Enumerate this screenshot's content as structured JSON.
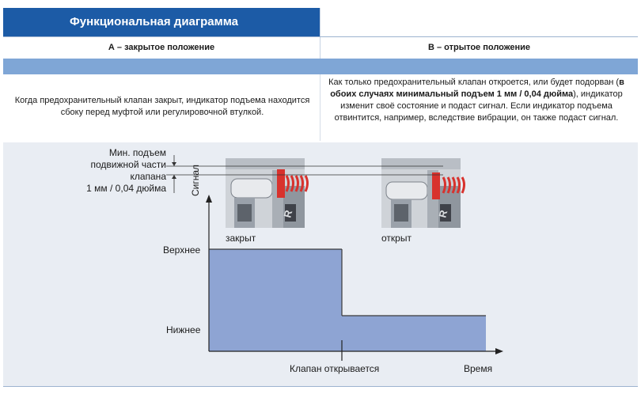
{
  "header": {
    "title": "Функциональная диаграмма"
  },
  "columns": [
    {
      "heading": "А – закрытое положение"
    },
    {
      "heading": "B – отрытое положение"
    }
  ],
  "descriptions": {
    "a": "Когда предохранительный клапан закрыт, индикатор подъема находится сбоку перед муфтой или регулировочной втулкой.",
    "b_part1": "Как только предохранительный клапан откроется, или будет подорван (",
    "b_bold": "в обоих случаях минимальный подъем 1 мм / 0,04 дюйма",
    "b_part2": "), индикатор изменит своё состояние и подаст сигнал. Если индикатор подъема отвинтится, например, вследствие вибрации, он также подаст сигнал."
  },
  "diagram": {
    "min_lift_line1": "Мин. подъем",
    "min_lift_line2": "подвижной части",
    "min_lift_line3": "клапана",
    "min_lift_line4": "1 мм / 0,04 дюйма",
    "y_axis_label": "Сигнал",
    "closed_label": "закрыт",
    "open_label": "открыт",
    "level_high": "Верхнее",
    "level_low": "Нижнее",
    "valve_opens": "Клапан открывается",
    "x_axis_label": "Время",
    "logo_letter": "R"
  },
  "colors": {
    "header_bg": "#1c5ba6",
    "band": "#7fa6d6",
    "signal_fill": "#8ea4d3",
    "coil": "#d8322d"
  }
}
